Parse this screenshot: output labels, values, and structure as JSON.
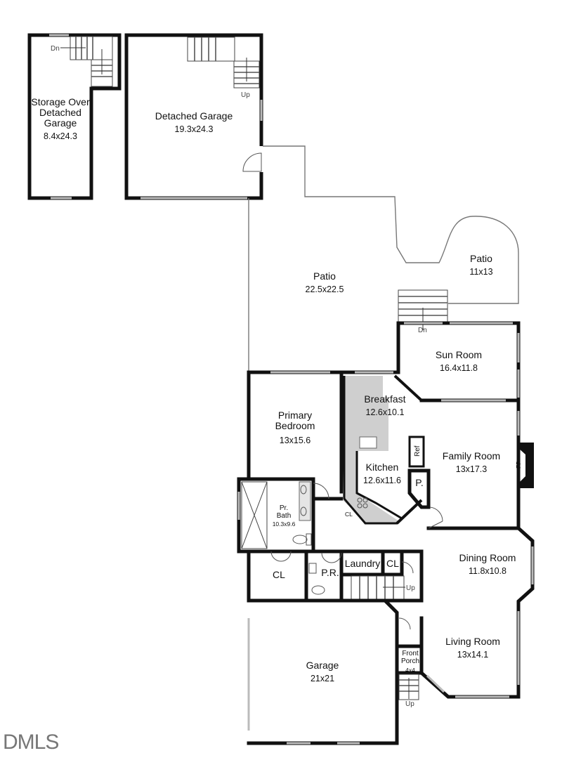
{
  "rooms": {
    "storage": {
      "line1": "Storage Over",
      "line2": "Detached",
      "line3": "Garage",
      "dim": "8.4x24.3"
    },
    "detached_garage": {
      "name": "Detached Garage",
      "dim": "19.3x24.3"
    },
    "patio_main": {
      "name": "Patio",
      "dim": "22.5x22.5"
    },
    "patio_small": {
      "name": "Patio",
      "dim": "11x13"
    },
    "sun_room": {
      "name": "Sun Room",
      "dim": "16.4x11.8"
    },
    "breakfast": {
      "name": "Breakfast",
      "dim": "12.6x10.1"
    },
    "primary_bedroom": {
      "line1": "Primary",
      "line2": "Bedroom",
      "dim": "13x15.6"
    },
    "kitchen": {
      "name": "Kitchen",
      "dim": "12.6x11.6"
    },
    "family_room": {
      "name": "Family Room",
      "dim": "13x17.3"
    },
    "pr_bath": {
      "line1": "Pr.",
      "line2": "Bath",
      "dim": "10.3x9.6"
    },
    "dining_room": {
      "name": "Dining Room",
      "dim": "11.8x10.8"
    },
    "living_room": {
      "name": "Living Room",
      "dim": "13x14.1"
    },
    "garage": {
      "name": "Garage",
      "dim": "21x21"
    },
    "front_porch": {
      "line1": "Front",
      "line2": "Porch",
      "dim": "4x4"
    }
  },
  "labels": {
    "cl_bath": "CL",
    "cl_kitchen": "CL",
    "cl_laundry": "CL",
    "powder_room": "P.R.",
    "laundry": "Laundry",
    "pantry": "P.",
    "ref": "Ref",
    "fireplace": "FP",
    "stairs_dn_storage": "Dn",
    "stairs_up_garage": "Up",
    "stairs_dn_patio": "Dn",
    "stairs_up_laundry": "Up",
    "stairs_up_porch": "Up"
  },
  "watermark": "DMLS"
}
